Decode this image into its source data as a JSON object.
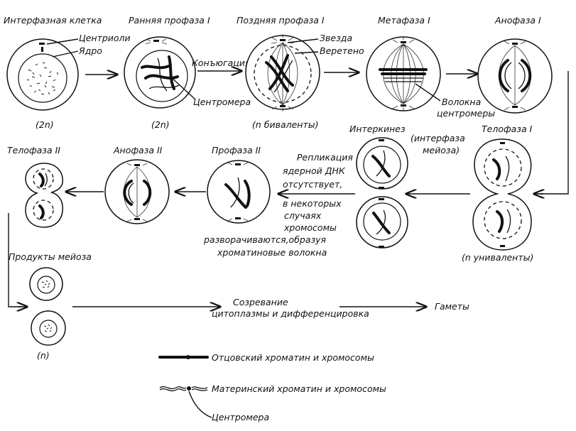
{
  "labels": {
    "interphase_cell": "Интерфазная клетка",
    "early_prophase": "Ранняя профаза I",
    "late_prophase": "Поздняя профаза I",
    "metaphase": "Метафаза I",
    "anaphase1": "Анофаза I",
    "centrioles": "Центриоли",
    "nucleus": "Ядро",
    "conjugation": "Конъюгация",
    "centromere1": "Центромера",
    "star": "Звезда",
    "spindle": "Веретено",
    "centromere_fibers_1": "Волокна",
    "centromere_fibers_2": "центромеры",
    "ploidy_2n_a": "(2n)",
    "ploidy_2n_b": "(2n)",
    "bivalents": "(n биваленты)",
    "interkinesis_1": "Интеркинез",
    "interkinesis_2": "(интерфаза",
    "interkinesis_3": "мейоза)",
    "telophase1": "Телофаза I",
    "univalents": "(n униваленты)",
    "telophase2": "Телофаза II",
    "anaphase2": "Анофаза II",
    "prophase2": "Профаза II",
    "repl_1": "Репликация",
    "repl_2": "ядерной ДНК",
    "repl_3": "отсутствует,",
    "repl_4": "в некоторых",
    "repl_5": "случаях",
    "repl_6": "хромосомы",
    "repl_7": "разворачиваются,образуя",
    "repl_8": "хроматиновые волокна",
    "products": "Продукты мейоза",
    "ploidy_n": "(n)",
    "maturation_1": "Созревание",
    "maturation_2": "цитоплазмы и дифференцировка",
    "gametes": "Гаметы",
    "legend_paternal": "Отцовский хроматин и хромосомы",
    "legend_maternal": "Материнский хроматин и хромосомы",
    "legend_centromere": "Центромера"
  }
}
